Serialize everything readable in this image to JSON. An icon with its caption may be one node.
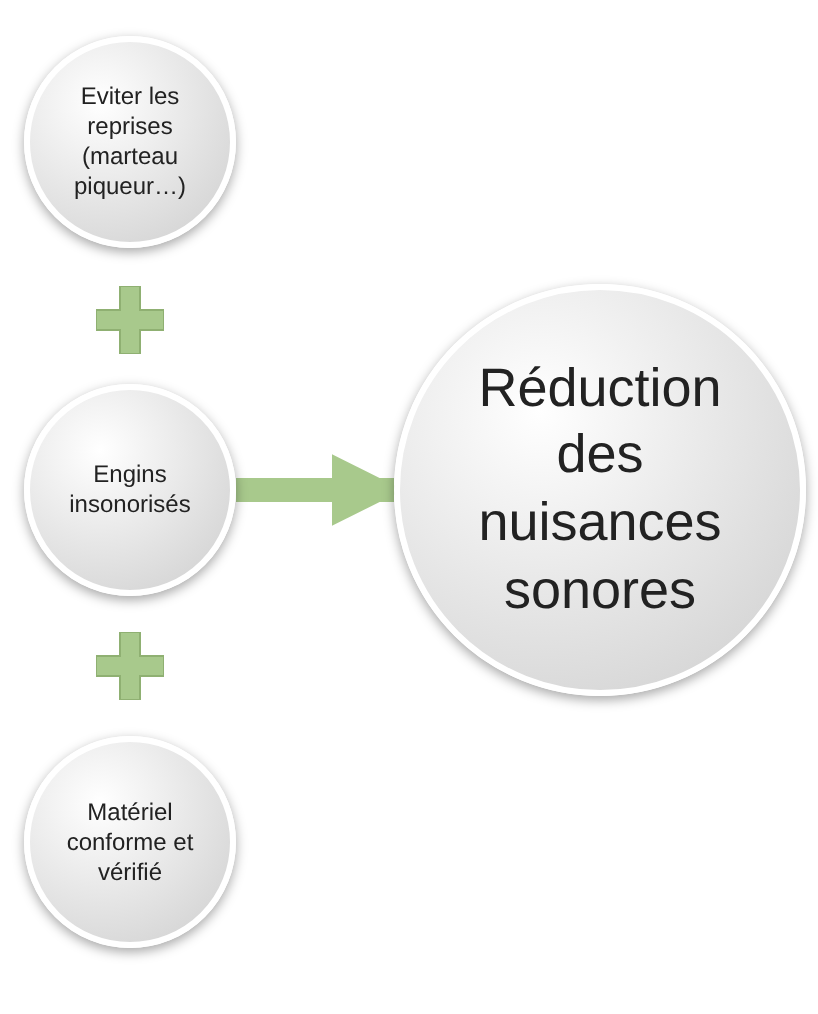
{
  "diagram": {
    "nodes": [
      {
        "text": [
          "Eviter les reprises (marteau piqueur…)"
        ]
      },
      {
        "text": [
          "Engins insonorisés"
        ]
      },
      {
        "text": [
          "Matériel conforme et vérifié"
        ]
      },
      {
        "text": [
          "Réduction des nuisances sonores"
        ]
      }
    ],
    "edges": [
      {
        "from": 1,
        "to": 3,
        "arrow": "to"
      }
    ]
  }
}
